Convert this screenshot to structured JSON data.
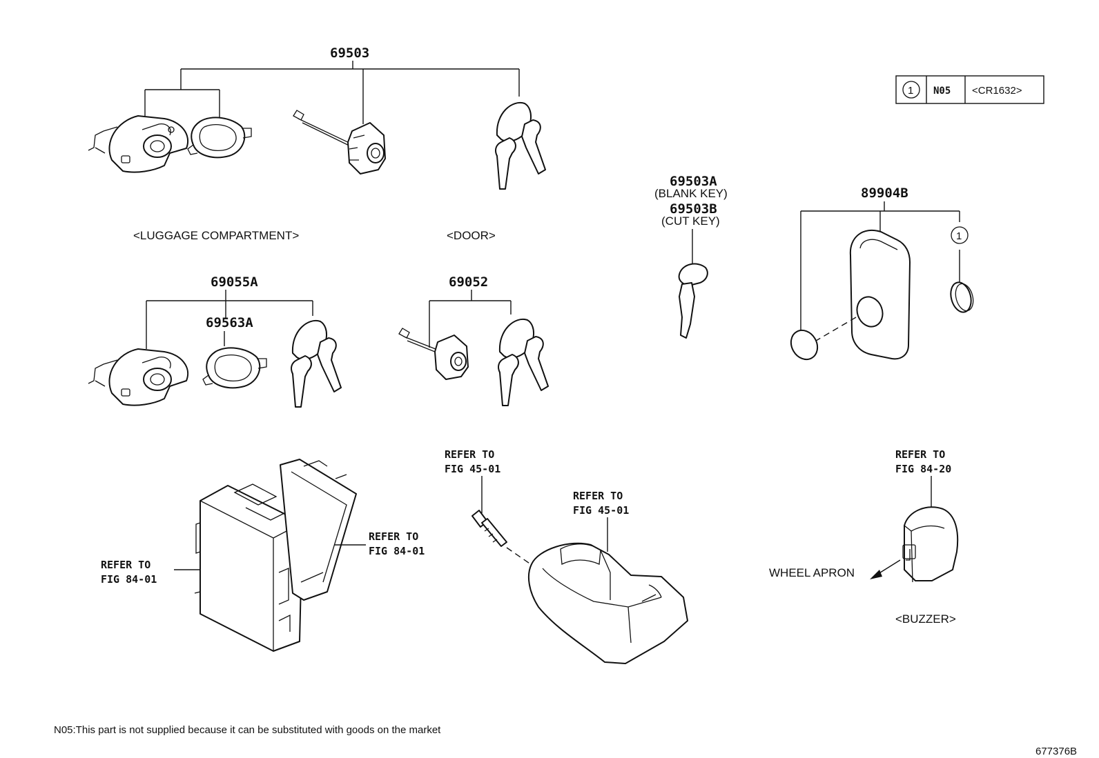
{
  "part_numbers": {
    "p69503": "69503",
    "p69055A": "69055A",
    "p69563A": "69563A",
    "p69052": "69052",
    "p69503A": "69503A",
    "p69503B": "69503B",
    "p89904B": "89904B"
  },
  "labels": {
    "luggage": "<LUGGAGE COMPARTMENT>",
    "door": "<DOOR>",
    "blank_key": "(BLANK KEY)",
    "cut_key": "(CUT KEY)",
    "buzzer": "<BUZZER>",
    "wheel_apron": "WHEEL APRON"
  },
  "refer_to": "REFER TO",
  "figures": {
    "fig_84_01": "FIG 84-01",
    "fig_45_01": "FIG 45-01",
    "fig_84_20": "FIG 84-20"
  },
  "legend": {
    "symbol": "1",
    "code": "N05",
    "battery": "<CR1632>"
  },
  "footnote": "N05:This part is not supplied because it can be substituted with goods on the market",
  "illustration_id": "677376B"
}
